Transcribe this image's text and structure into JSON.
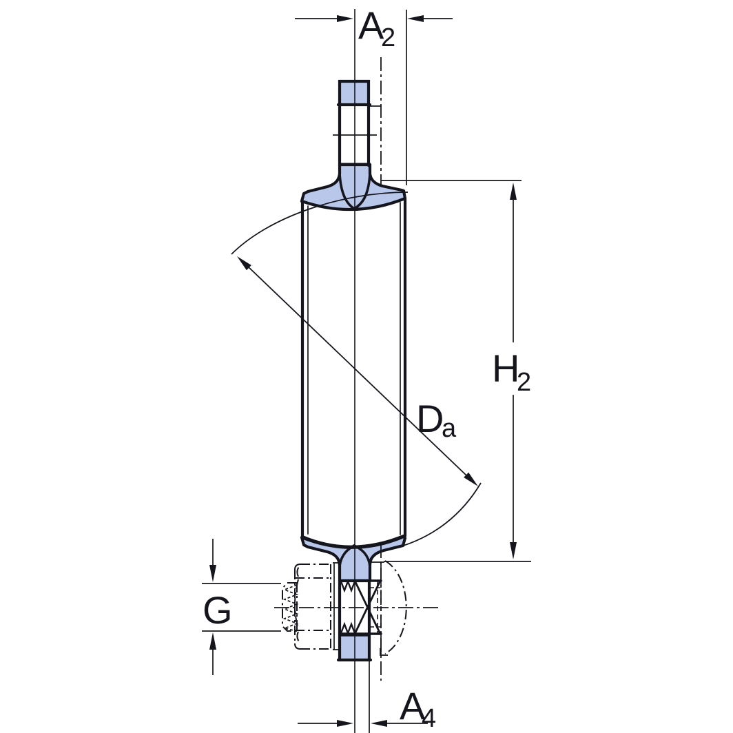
{
  "drawing": {
    "kind": "technical dimension drawing of a crowned roller unit with top pin and threaded bottom pin with phantom hex nut",
    "colors": {
      "line": "#15151d",
      "part_fill": "#b9c8ea",
      "background": "#ffffff"
    },
    "dims": {
      "a2": {
        "main": "A",
        "sub": "2"
      },
      "h2": {
        "main": "H",
        "sub": "2"
      },
      "da": {
        "main": "D",
        "sub": "a"
      },
      "g": {
        "main": "G",
        "sub": ""
      },
      "a4": {
        "main": "A",
        "sub": "4"
      }
    }
  }
}
